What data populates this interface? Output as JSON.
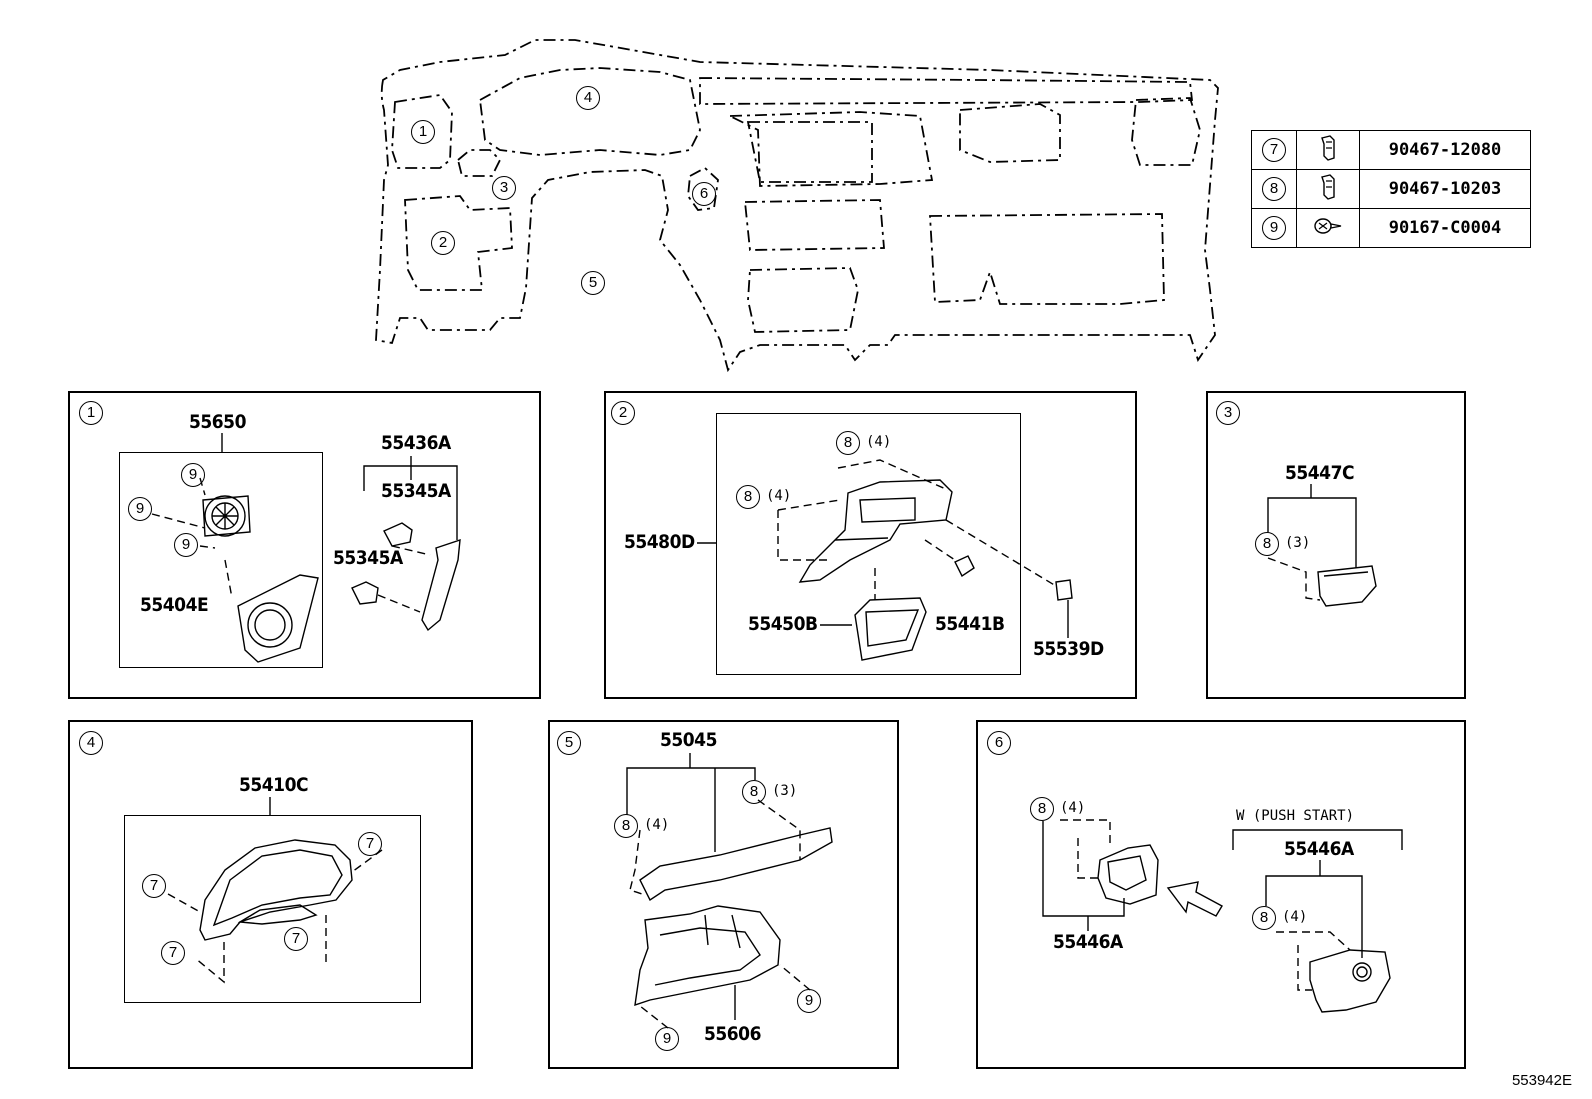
{
  "overview": {
    "callouts": [
      "1",
      "2",
      "3",
      "4",
      "5",
      "6"
    ]
  },
  "fasteners": [
    {
      "ref": "7",
      "part_number": "90467-12080",
      "icon": "clip-icon"
    },
    {
      "ref": "8",
      "part_number": "90467-10203",
      "icon": "clip-icon"
    },
    {
      "ref": "9",
      "part_number": "90167-C0004",
      "icon": "screw-icon"
    }
  ],
  "panel1": {
    "num": "1",
    "assembly": "55650",
    "parts": [
      "55436A",
      "55345A",
      "55345A",
      "55404E"
    ],
    "refs": [
      "9",
      "9",
      "9"
    ]
  },
  "panel2": {
    "num": "2",
    "parts": [
      "55480D",
      "55450B",
      "55441B",
      "55539D"
    ],
    "refs": [
      {
        "ref": "8",
        "qty": "(4)"
      },
      {
        "ref": "8",
        "qty": "(4)"
      }
    ]
  },
  "panel3": {
    "num": "3",
    "parts": [
      "55447C"
    ],
    "refs": [
      {
        "ref": "8",
        "qty": "(3)"
      }
    ]
  },
  "panel4": {
    "num": "4",
    "parts": [
      "55410C"
    ],
    "refs": [
      "7",
      "7",
      "7",
      "7"
    ]
  },
  "panel5": {
    "num": "5",
    "parts": [
      "55045",
      "55606"
    ],
    "refs": [
      {
        "ref": "8",
        "qty": "(4)"
      },
      {
        "ref": "8",
        "qty": "(3)"
      },
      {
        "ref": "9"
      },
      {
        "ref": "9"
      }
    ]
  },
  "panel6": {
    "num": "6",
    "variant": "W (PUSH  START)",
    "parts": [
      "55446A",
      "55446A"
    ],
    "refs": [
      {
        "ref": "8",
        "qty": "(4)"
      },
      {
        "ref": "8",
        "qty": "(4)"
      }
    ]
  },
  "doc_id": "553942E"
}
